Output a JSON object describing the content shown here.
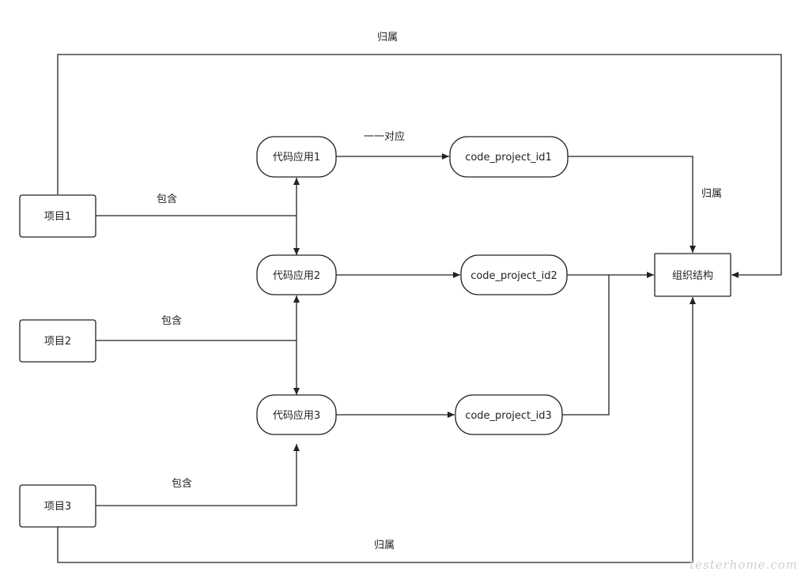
{
  "nodes": {
    "project1": "项目1",
    "project2": "项目2",
    "project3": "项目3",
    "app1": "代码应用1",
    "app2": "代码应用2",
    "app3": "代码应用3",
    "code1": "code_project_id1",
    "code2": "code_project_id2",
    "code3": "code_project_id3",
    "org": "组织结构"
  },
  "edge_labels": {
    "belongs_top": "归属",
    "one_to_one": "一一对应",
    "belongs_right": "归属",
    "contains1": "包含",
    "contains2": "包含",
    "contains3": "包含",
    "belongs_bottom": "归属"
  },
  "watermark": "testerhome.com"
}
